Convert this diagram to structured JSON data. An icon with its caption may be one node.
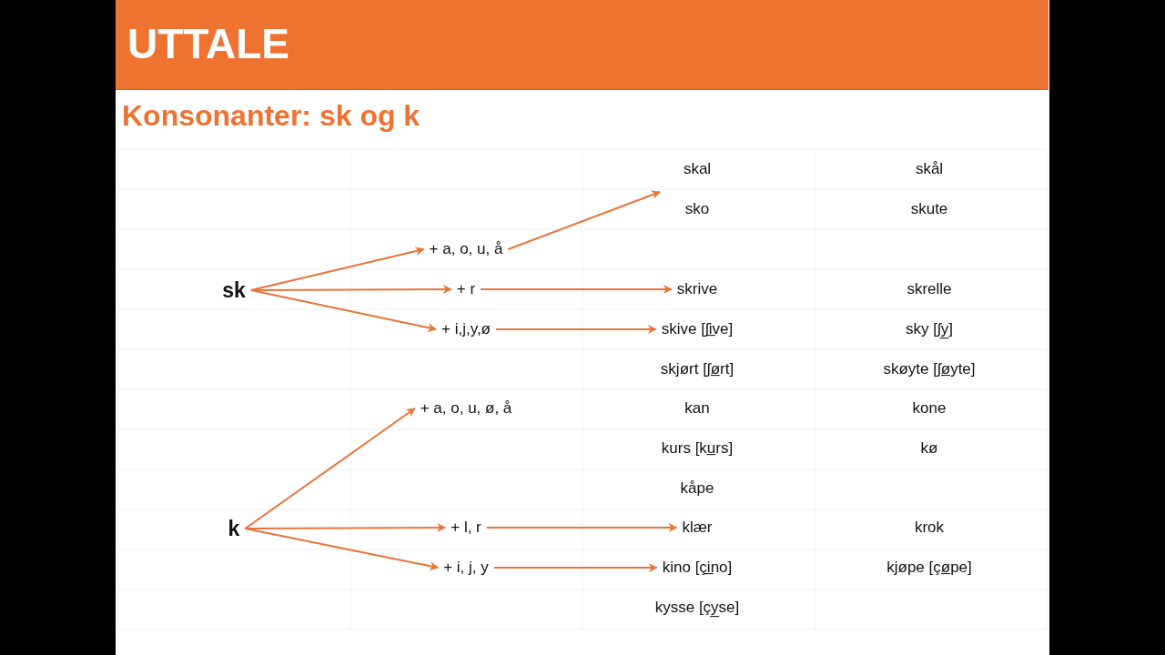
{
  "diagram": {
    "title": "UTTALE",
    "nodes": [
      {
        "text": [
          "sk"
        ]
      },
      {
        "text": [
          "+ a, o, u, å"
        ]
      },
      {
        "text": [
          "+ r"
        ]
      },
      {
        "text": [
          "+ i,j,y,ø"
        ]
      },
      {
        "text": [
          "skrive"
        ]
      },
      {
        "text": [
          "skive [ʃi̲ve]"
        ]
      },
      {
        "text": [
          "k"
        ]
      },
      {
        "text": [
          "+ a, o, u, ø, å"
        ]
      },
      {
        "text": [
          "+ l, r"
        ]
      },
      {
        "text": [
          "+ i, j, y"
        ]
      },
      {
        "text": [
          "klær"
        ]
      },
      {
        "text": [
          "kino [çi̲no]"
        ]
      }
    ],
    "edges": [
      {
        "from": 0,
        "to": 1,
        "arrow": "to"
      },
      {
        "from": 0,
        "to": 2,
        "arrow": "to"
      },
      {
        "from": 0,
        "to": 3,
        "arrow": "to"
      },
      {
        "from": 1,
        "to": null,
        "arrow": "to"
      },
      {
        "from": 2,
        "to": 4,
        "arrow": "to"
      },
      {
        "from": 3,
        "to": 5,
        "arrow": "to"
      },
      {
        "from": 6,
        "to": 7,
        "arrow": "to"
      },
      {
        "from": 6,
        "to": 8,
        "arrow": "to"
      },
      {
        "from": 6,
        "to": 9,
        "arrow": "to"
      },
      {
        "from": 8,
        "to": 10,
        "arrow": "to"
      },
      {
        "from": 9,
        "to": 11,
        "arrow": "to"
      }
    ],
    "labels": [
      "Konsonanter: sk og k",
      "skal",
      "skål",
      "sko",
      "skute",
      "skrelle",
      "sky [ʃy̲]",
      "skjørt [ʃø̲rt]",
      "skøyte [ʃø̲yte]",
      "kan",
      "kone",
      "kurs [ku̲rs]",
      "kø",
      "kåpe",
      "krok",
      "kjøpe [çø̲pe]",
      "kysse [çy̲se]"
    ]
  }
}
